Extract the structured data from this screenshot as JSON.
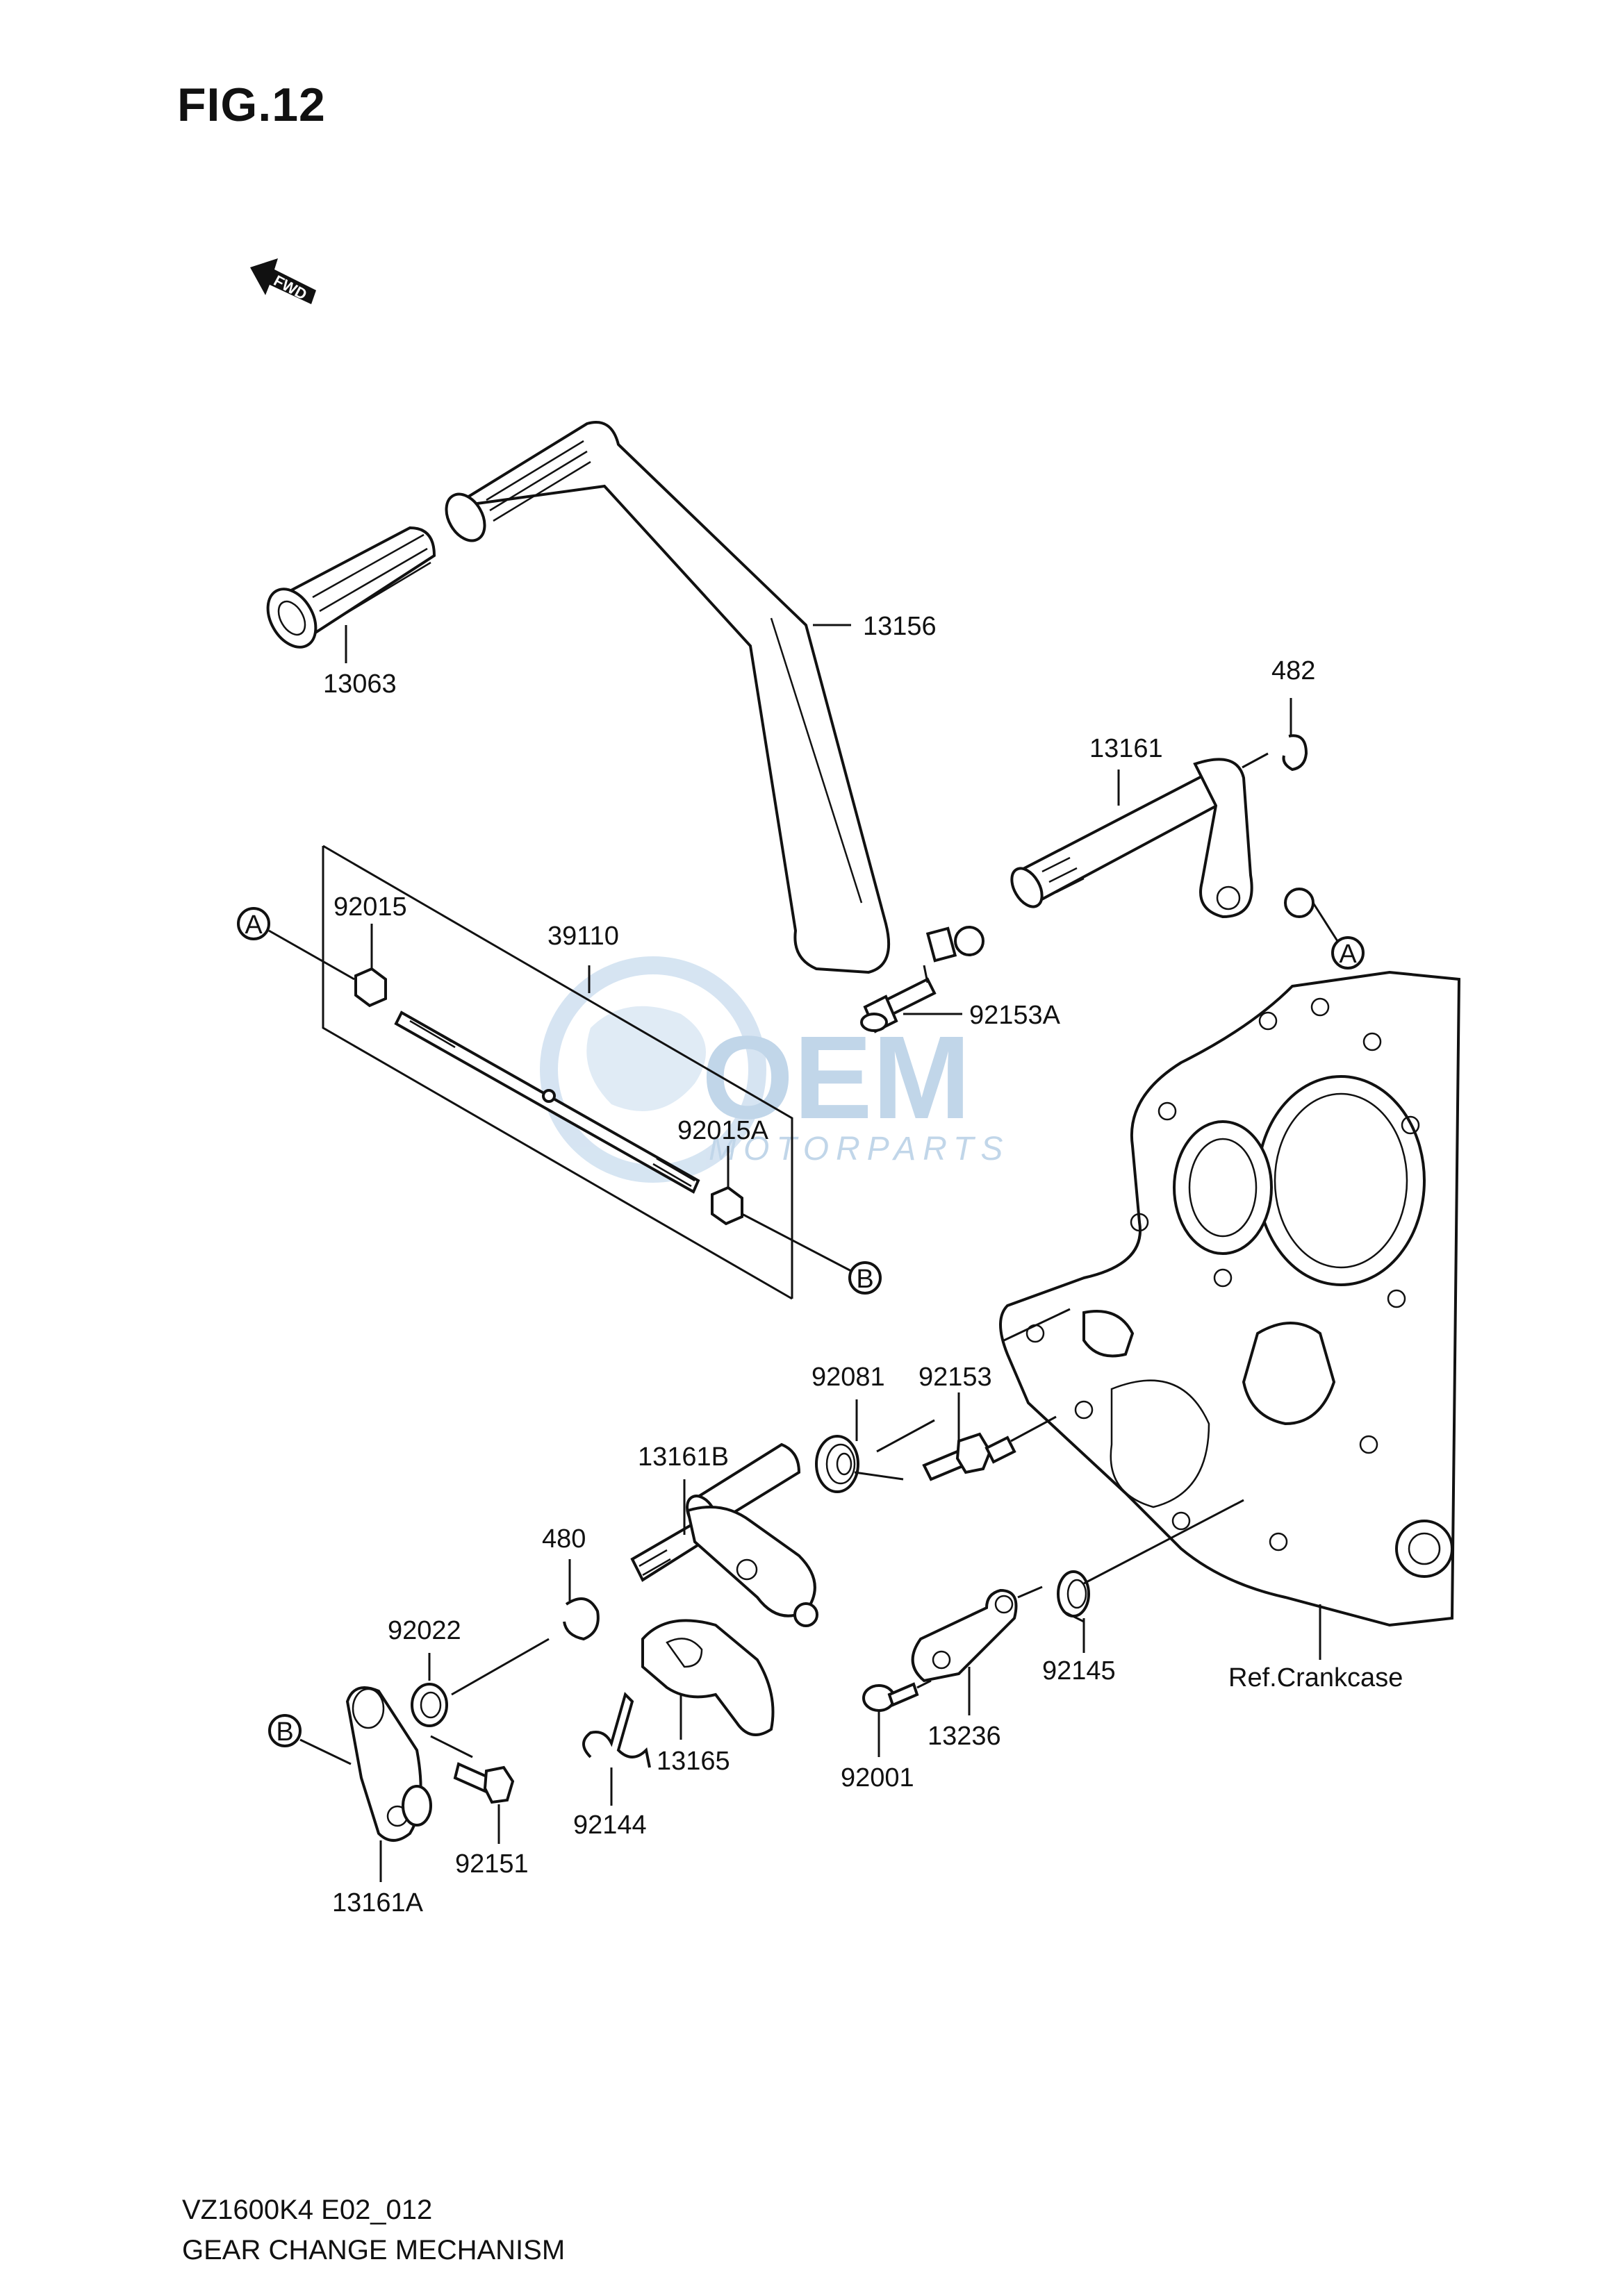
{
  "figure": {
    "title": "FIG.12",
    "model_code": "VZ1600K4 E02_012",
    "name": "GEAR CHANGE MECHANISM"
  },
  "fwd_badge": "FWD",
  "watermark": {
    "brand": "OEM",
    "tagline": "MOTORPARTS",
    "color": "#b7cfe6"
  },
  "callouts": {
    "A": "A",
    "B": "B"
  },
  "parts": {
    "p13063": "13063",
    "p13156": "13156",
    "p482": "482",
    "p13161": "13161",
    "p92015": "92015",
    "p39110": "39110",
    "p92153A": "92153A",
    "p92015A": "92015A",
    "p92081": "92081",
    "p92153": "92153",
    "p13161B": "13161B",
    "p480": "480",
    "p92022": "92022",
    "p92145": "92145",
    "p_crankcase": "Ref.Crankcase",
    "p13236": "13236",
    "p13165": "13165",
    "p92001": "92001",
    "p92144": "92144",
    "p92151": "92151",
    "p13161A": "13161A"
  }
}
